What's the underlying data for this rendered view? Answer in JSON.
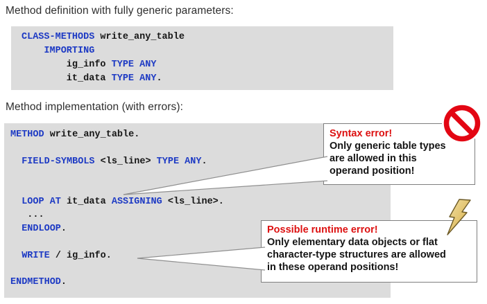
{
  "headings": {
    "definition": "Method definition with fully generic parameters:",
    "implementation": "Method implementation (with errors):"
  },
  "colors": {
    "keyword_blue": "#1d3ac4",
    "code_text": "#161616",
    "code_block_bg": "#dcdcdc",
    "error_red": "#dd1111",
    "callout_border": "#7e7e7e",
    "prohibition_red": "#e30613",
    "bolt_yellow": "#e2bf5e"
  },
  "code_definition": {
    "lines": [
      [
        {
          "k": "kw",
          "t": "CLASS-METHODS"
        },
        {
          "k": "pl",
          "t": " write_any_table"
        }
      ],
      [
        {
          "k": "kw",
          "t": "    IMPORTING"
        }
      ],
      [
        {
          "k": "pl",
          "t": "        ig_info "
        },
        {
          "k": "kw",
          "t": "TYPE ANY"
        }
      ],
      [
        {
          "k": "pl",
          "t": "        it_data "
        },
        {
          "k": "kw",
          "t": "TYPE ANY"
        },
        {
          "k": "pl",
          "t": "."
        }
      ]
    ]
  },
  "code_implementation": {
    "lines": [
      [
        {
          "k": "kw",
          "t": "METHOD"
        },
        {
          "k": "pl",
          "t": " write_any_table."
        }
      ],
      [],
      [
        {
          "k": "pl",
          "t": "  "
        },
        {
          "k": "kw",
          "t": "FIELD-SYMBOLS"
        },
        {
          "k": "pl",
          "t": " <ls_line> "
        },
        {
          "k": "kw",
          "t": "TYPE ANY"
        },
        {
          "k": "pl",
          "t": "."
        }
      ],
      [],
      [],
      [
        {
          "k": "pl",
          "t": "  "
        },
        {
          "k": "kw",
          "t": "LOOP AT"
        },
        {
          "k": "pl",
          "t": " it_data "
        },
        {
          "k": "kw",
          "t": "ASSIGNING"
        },
        {
          "k": "pl",
          "t": " <ls_line>."
        }
      ],
      [
        {
          "k": "pl",
          "t": "   ..."
        }
      ],
      [
        {
          "k": "pl",
          "t": "  "
        },
        {
          "k": "kw",
          "t": "ENDLOOP"
        },
        {
          "k": "pl",
          "t": "."
        }
      ],
      [],
      [
        {
          "k": "pl",
          "t": "  "
        },
        {
          "k": "kw",
          "t": "WRITE"
        },
        {
          "k": "pl",
          "t": " / ig_info."
        }
      ],
      [],
      [
        {
          "k": "kw",
          "t": "ENDMETHOD"
        },
        {
          "k": "pl",
          "t": "."
        }
      ]
    ]
  },
  "callouts": {
    "syntax": {
      "title": "Syntax error!",
      "body": "Only generic table types\nare allowed in this\noperand position!"
    },
    "runtime": {
      "title": "Possible runtime error!",
      "body": "Only elementary data objects or flat\ncharacter-type structures are allowed\nin these operand positions!"
    }
  },
  "icons": {
    "no_entry": "no-entry-icon",
    "lightning_bolt": "lightning-bolt-icon"
  }
}
